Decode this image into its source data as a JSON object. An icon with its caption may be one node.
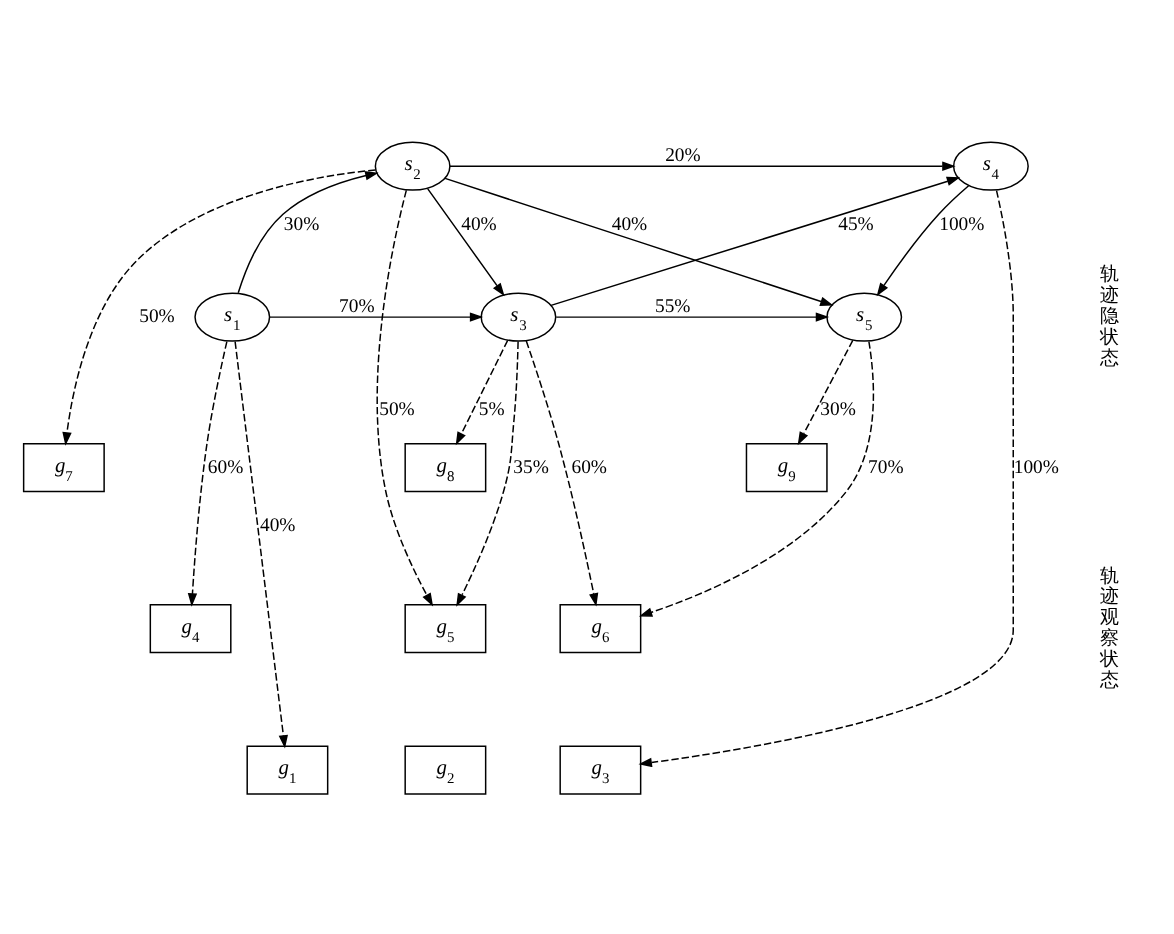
{
  "diagram": {
    "nodes": [
      {
        "text": [
          "s$_{1}$"
        ]
      },
      {
        "text": [
          "s$_{2}$"
        ]
      },
      {
        "text": [
          "s$_{3}$"
        ]
      },
      {
        "text": [
          "s$_{4}$"
        ]
      },
      {
        "text": [
          "s$_{5}$"
        ]
      },
      {
        "text": [
          "g$_{7}$"
        ]
      },
      {
        "text": [
          "g$_{8}$"
        ]
      },
      {
        "text": [
          "g$_{9}$"
        ]
      },
      {
        "text": [
          "g$_{4}$"
        ]
      },
      {
        "text": [
          "g$_{5}$"
        ]
      },
      {
        "text": [
          "g$_{6}$"
        ]
      },
      {
        "text": [
          "g$_{1}$"
        ]
      },
      {
        "text": [
          "g$_{2}$"
        ]
      },
      {
        "text": [
          "g$_{3}$"
        ]
      }
    ],
    "edges": [
      {
        "from": 0,
        "to": 1,
        "arrow": "to",
        "label": "30%"
      },
      {
        "from": 0,
        "to": 2,
        "arrow": "to",
        "label": "70%"
      },
      {
        "from": 1,
        "to": 3,
        "arrow": "to",
        "label": "20%"
      },
      {
        "from": 1,
        "to": 2,
        "arrow": "to",
        "label": "40%"
      },
      {
        "from": 1,
        "to": 4,
        "arrow": "to",
        "label": "40%"
      },
      {
        "from": 2,
        "to": 3,
        "arrow": "to",
        "label": "45%"
      },
      {
        "from": 2,
        "to": 4,
        "arrow": "to",
        "label": "55%"
      },
      {
        "from": 3,
        "to": 4,
        "arrow": "to",
        "label": "100%"
      },
      {
        "from": 0,
        "to": 11,
        "arrow": "to",
        "label": "40%",
        "style": "dashed"
      },
      {
        "from": 0,
        "to": 8,
        "arrow": "to",
        "label": "60%",
        "style": "dashed"
      },
      {
        "from": 1,
        "to": 5,
        "arrow": "to",
        "label": "50%",
        "style": "dashed"
      },
      {
        "from": 1,
        "to": 9,
        "arrow": "to",
        "label": "50%",
        "style": "dashed"
      },
      {
        "from": 2,
        "to": 6,
        "arrow": "to",
        "label": "5%",
        "style": "dashed"
      },
      {
        "from": 2,
        "to": 9,
        "arrow": "to",
        "label": "35%",
        "style": "dashed"
      },
      {
        "from": 2,
        "to": 10,
        "arrow": "to",
        "label": "60%",
        "style": "dashed"
      },
      {
        "from": 3,
        "to": 13,
        "arrow": "to",
        "label": "100%",
        "style": "dashed"
      },
      {
        "from": 4,
        "to": 7,
        "arrow": "to",
        "label": "30%",
        "style": "dashed"
      },
      {
        "from": 4,
        "to": 10,
        "arrow": "to",
        "label": "70%",
        "style": "dashed"
      }
    ],
    "labels": [
      "轨迹隐状态",
      "轨迹观察状态"
    ]
  }
}
